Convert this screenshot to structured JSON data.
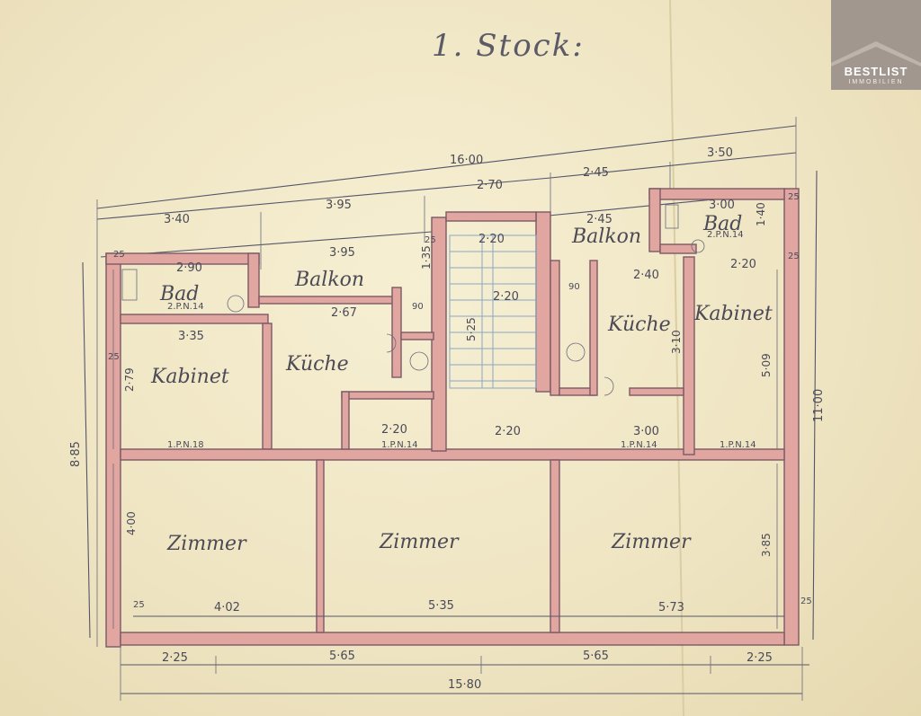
{
  "title": "1. Stock:",
  "logo": {
    "brand": "BESTLIST",
    "sub": "IMMOBILIEN"
  },
  "rooms": {
    "bad_left": "Bad",
    "balkon_left": "Balkon",
    "kabinet_left": "Kabinet",
    "kueche_left": "Küche",
    "balkon_right": "Balkon",
    "bad_right": "Bad",
    "kueche_right": "Küche",
    "kabinet_right": "Kabinet",
    "zimmer_1": "Zimmer",
    "zimmer_2": "Zimmer",
    "zimmer_3": "Zimmer"
  },
  "dimensions": {
    "total_top": "16·00",
    "top_340": "3·40",
    "top_395a": "3·95",
    "top_270": "2·70",
    "top_245a": "2·45",
    "top_350": "3·50",
    "top_395b": "3·95",
    "top_245b": "2·45",
    "stair_220a": "2·20",
    "stair_220b": "2·20",
    "stair_220c": "2·20",
    "bad_290": "2·90",
    "bad_300": "3·00",
    "bal_267": "2·67",
    "kab_335": "3·35",
    "k_220": "2·20",
    "r_240": "2·40",
    "r_220": "2·20",
    "r_300": "3·00",
    "z_402": "4·02",
    "z_535": "5·35",
    "z_573": "5·73",
    "b_225a": "2·25",
    "b_565a": "5·65",
    "b_565b": "5·65",
    "b_225b": "2·25",
    "total_bottom": "15·80",
    "left_885": "8·85",
    "left_279": "2·79",
    "left_400": "4·00",
    "right_1100": "11·00",
    "right_509": "5·09",
    "right_385": "3·85",
    "v_310": "3·10",
    "v_525": "5·25",
    "v_135": "1·35",
    "v_140": "1·40",
    "w25a": "25",
    "w25b": "25",
    "w25c": "25",
    "w25d": "25",
    "w25e": "25",
    "w25f": "25",
    "w25g": "25",
    "p_1pn18": "1.P.N.18",
    "p_1pn14a": "1.P.N.14",
    "p_1pn14b": "1.P.N.14",
    "p_1pn14c": "1.P.N.14",
    "p_2pn14a": "2.P.N.14",
    "p_2pn14b": "2.P.N.14",
    "d90a": "90",
    "d90b": "90"
  }
}
